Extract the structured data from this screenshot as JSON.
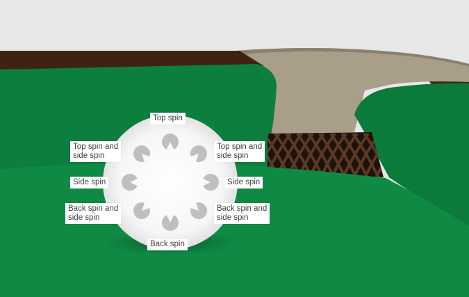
{
  "colors": {
    "sky": "#e6e7e8",
    "dirt": "#3f2214",
    "path": "#a89e89",
    "path_shadow": "#8a806c",
    "grass_dark": "#0c7e3d",
    "grass_main": "#0f8a45",
    "grass_deep": "#0a6b33",
    "hole": "#1e120b",
    "lattice": "#5a3a26",
    "ball": "#f2f2f2",
    "dimple": "#bfbfbf",
    "label_text": "#414042"
  },
  "labels": {
    "top": "Top spin",
    "top_left": "Top spin and\nside spin",
    "top_right": "Top spin and\nside spin",
    "side_left": "Side spin",
    "side_right": "Side spin",
    "back_left": "Back spin and\nside spin",
    "back_right": "Back spin and\nside spin",
    "bottom": "Back spin"
  },
  "dimples": [
    {
      "id": "top",
      "angle": 270
    },
    {
      "id": "top-left",
      "angle": 225
    },
    {
      "id": "top-right",
      "angle": 315
    },
    {
      "id": "side-left",
      "angle": 180
    },
    {
      "id": "side-right",
      "angle": 0
    },
    {
      "id": "back-left",
      "angle": 135
    },
    {
      "id": "back-right",
      "angle": 45
    },
    {
      "id": "bottom",
      "angle": 90
    }
  ]
}
